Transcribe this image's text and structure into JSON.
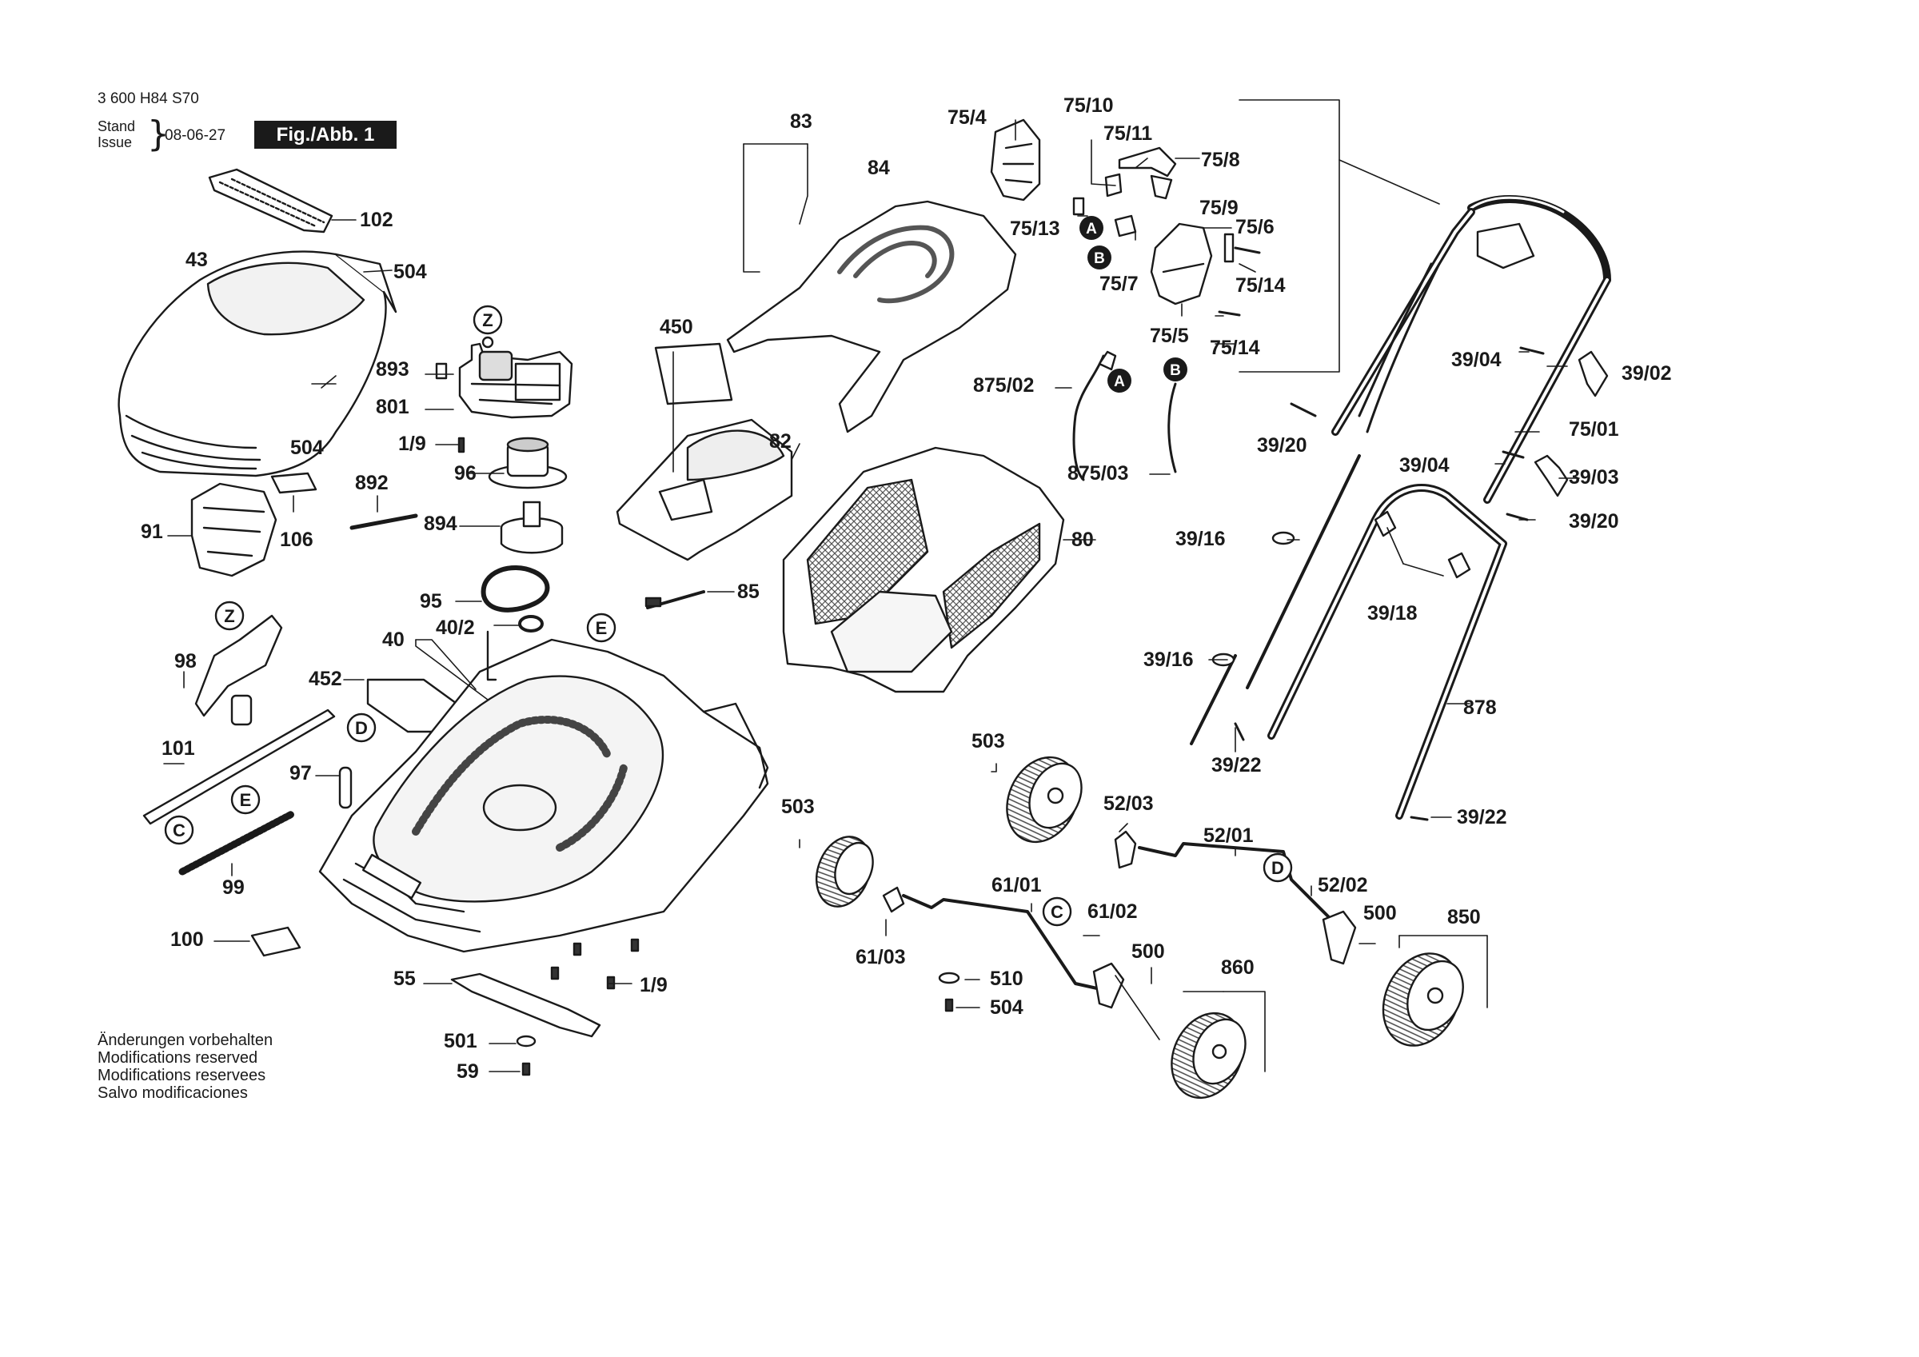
{
  "header": {
    "document_number": "3 600 H84 S70",
    "stand_label": "Stand",
    "issue_label": "Issue",
    "date": "08-06-27",
    "figure_label": "Fig./Abb. 1"
  },
  "footer_notes": [
    "Änderungen vorbehalten",
    "Modifications reserved",
    "Modifications reservees",
    "Salvo modificaciones"
  ],
  "callouts": {
    "A": "A",
    "B": "B",
    "C": "C",
    "D": "D",
    "E": "E",
    "Z": "Z"
  },
  "parts": [
    {
      "id": "p102",
      "label": "102"
    },
    {
      "id": "p43",
      "label": "43"
    },
    {
      "id": "p504a",
      "label": "504"
    },
    {
      "id": "p504b",
      "label": "504"
    },
    {
      "id": "p893",
      "label": "893"
    },
    {
      "id": "p801",
      "label": "801"
    },
    {
      "id": "p1_9a",
      "label": "1/9"
    },
    {
      "id": "p96",
      "label": "96"
    },
    {
      "id": "p892",
      "label": "892"
    },
    {
      "id": "p91",
      "label": "91"
    },
    {
      "id": "p106",
      "label": "106"
    },
    {
      "id": "p894",
      "label": "894"
    },
    {
      "id": "p95",
      "label": "95"
    },
    {
      "id": "p40",
      "label": "40"
    },
    {
      "id": "p40_2",
      "label": "40/2"
    },
    {
      "id": "p98",
      "label": "98"
    },
    {
      "id": "p452",
      "label": "452"
    },
    {
      "id": "p101",
      "label": "101"
    },
    {
      "id": "p97",
      "label": "97"
    },
    {
      "id": "p99",
      "label": "99"
    },
    {
      "id": "p100",
      "label": "100"
    },
    {
      "id": "p55",
      "label": "55"
    },
    {
      "id": "p1_9b",
      "label": "1/9"
    },
    {
      "id": "p501",
      "label": "501"
    },
    {
      "id": "p59",
      "label": "59"
    },
    {
      "id": "p83",
      "label": "83"
    },
    {
      "id": "p84",
      "label": "84"
    },
    {
      "id": "p450",
      "label": "450"
    },
    {
      "id": "p82",
      "label": "82"
    },
    {
      "id": "p85",
      "label": "85"
    },
    {
      "id": "p80",
      "label": "80"
    },
    {
      "id": "p75_4",
      "label": "75/4"
    },
    {
      "id": "p75_10",
      "label": "75/10"
    },
    {
      "id": "p75_11",
      "label": "75/11"
    },
    {
      "id": "p75_8",
      "label": "75/8"
    },
    {
      "id": "p75_13",
      "label": "75/13"
    },
    {
      "id": "p75_9",
      "label": "75/9"
    },
    {
      "id": "p75_6",
      "label": "75/6"
    },
    {
      "id": "p75_7",
      "label": "75/7"
    },
    {
      "id": "p75_14a",
      "label": "75/14"
    },
    {
      "id": "p75_5",
      "label": "75/5"
    },
    {
      "id": "p75_14b",
      "label": "75/14"
    },
    {
      "id": "p875_02",
      "label": "875/02"
    },
    {
      "id": "p875_03",
      "label": "875/03"
    },
    {
      "id": "p39_04a",
      "label": "39/04"
    },
    {
      "id": "p39_02",
      "label": "39/02"
    },
    {
      "id": "p39_20a",
      "label": "39/20"
    },
    {
      "id": "p75_01",
      "label": "75/01"
    },
    {
      "id": "p39_04b",
      "label": "39/04"
    },
    {
      "id": "p39_03",
      "label": "39/03"
    },
    {
      "id": "p39_20b",
      "label": "39/20"
    },
    {
      "id": "p39_16a",
      "label": "39/16"
    },
    {
      "id": "p39_18",
      "label": "39/18"
    },
    {
      "id": "p39_16b",
      "label": "39/16"
    },
    {
      "id": "p878",
      "label": "878"
    },
    {
      "id": "p39_22a",
      "label": "39/22"
    },
    {
      "id": "p39_22b",
      "label": "39/22"
    },
    {
      "id": "p503a",
      "label": "503"
    },
    {
      "id": "p503b",
      "label": "503"
    },
    {
      "id": "p52_03",
      "label": "52/03"
    },
    {
      "id": "p52_01",
      "label": "52/01"
    },
    {
      "id": "p52_02",
      "label": "52/02"
    },
    {
      "id": "p500a",
      "label": "500"
    },
    {
      "id": "p850",
      "label": "850"
    },
    {
      "id": "p61_01",
      "label": "61/01"
    },
    {
      "id": "p61_02",
      "label": "61/02"
    },
    {
      "id": "p61_03",
      "label": "61/03"
    },
    {
      "id": "p500b",
      "label": "500"
    },
    {
      "id": "p860",
      "label": "860"
    },
    {
      "id": "p510",
      "label": "510"
    },
    {
      "id": "p504c",
      "label": "504"
    }
  ]
}
